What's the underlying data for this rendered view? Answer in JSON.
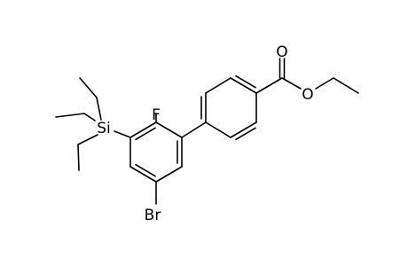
{
  "molecule": {
    "atom_labels": {
      "oxygen_carbonyl": "O",
      "oxygen_ester": "O",
      "fluorine": "F",
      "silicon": "Si",
      "bromine": "Br"
    }
  },
  "colors": {
    "background": "#ffffff",
    "bond": "#000000",
    "label": "#000000"
  }
}
